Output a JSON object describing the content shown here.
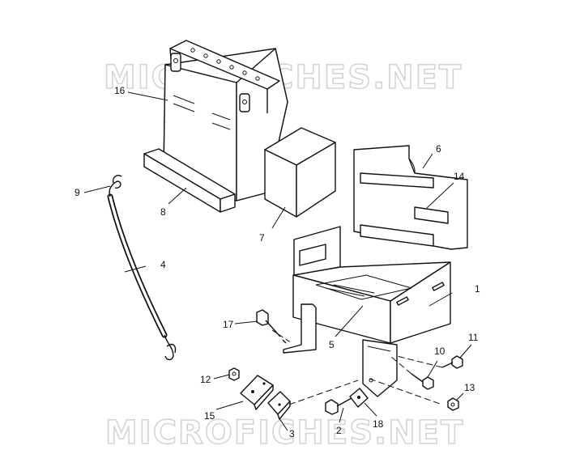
{
  "watermarks": [
    "MICROFICHES.NET",
    "MICROFICHES.NET"
  ],
  "callouts": [
    "1",
    "2",
    "3",
    "4",
    "5",
    "6",
    "7",
    "8",
    "9",
    "10",
    "11",
    "12",
    "13",
    "14",
    "15",
    "16",
    "17",
    "18"
  ]
}
